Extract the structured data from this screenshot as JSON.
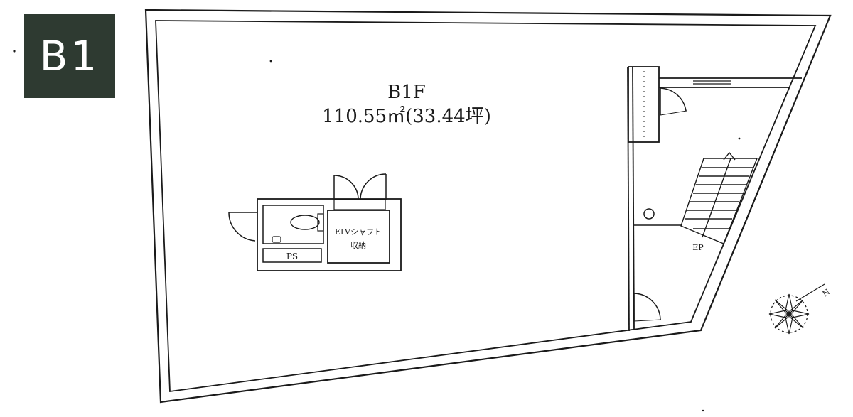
{
  "floor_badge": "B1",
  "floor_label": "B1F",
  "area_label": "110.55㎡(33.44坪)",
  "elevator_label_line1": "ELVシャフト",
  "elevator_label_line2": "収納",
  "ps_label": "PS",
  "ep_label": "EP",
  "compass_label": "N",
  "colors": {
    "badge_bg": "#2e3a31",
    "line": "#1a1a1a"
  }
}
